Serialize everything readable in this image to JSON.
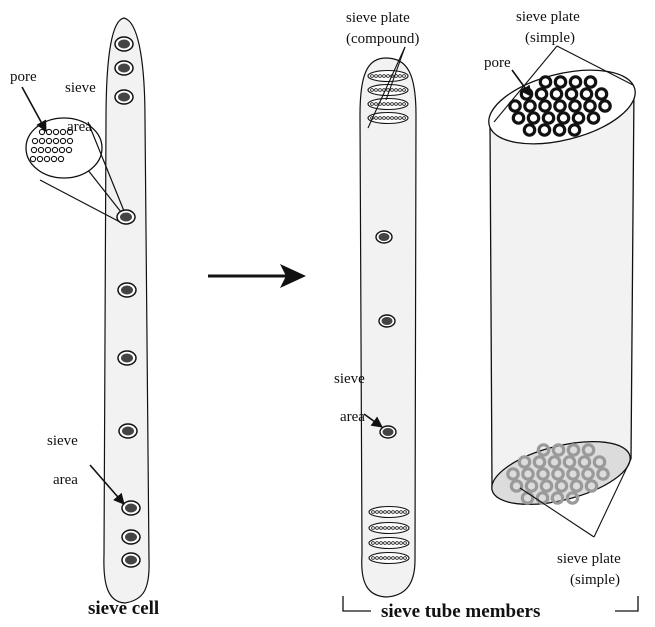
{
  "labels": {
    "pore_left": "pore",
    "sieve_area_top_word1": "sieve",
    "sieve_area_top_word2": "area",
    "sieve_area_bottom_word1": "sieve",
    "sieve_area_bottom_word2": "area",
    "sieve_plate_compound_line1": "sieve plate",
    "sieve_plate_compound_line2": "(compound)",
    "sieve_plate_simple_top_line1": "sieve plate",
    "sieve_plate_simple_top_line2": "(simple)",
    "pore_right": "pore",
    "sieve_area_mid_word1": "sieve",
    "sieve_area_mid_word2": "area",
    "sieve_plate_simple_bottom_line1": "sieve plate",
    "sieve_plate_simple_bottom_line2": "(simple)"
  },
  "captions": {
    "left": "sieve cell",
    "right": "sieve tube members"
  },
  "colors": {
    "cell_fill": "#f2f2f2",
    "outline": "#111111",
    "pore_dark": "#111111",
    "pore_light": "#9a9a9a",
    "plate_light": "#dcdcdc"
  }
}
